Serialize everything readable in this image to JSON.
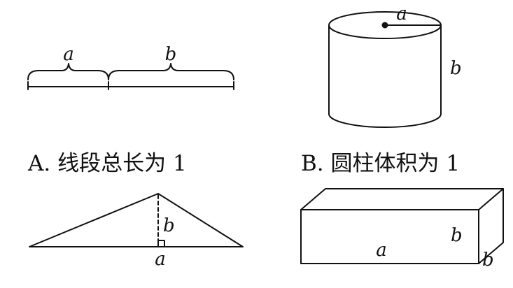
{
  "panels": {
    "A": {
      "caption": "A. 线段总长为 1",
      "label_a": "a",
      "label_b": "b"
    },
    "B": {
      "caption": "B. 圆柱体积为 1",
      "label_radius": "a",
      "label_height": "b"
    },
    "C": {
      "label_height": "b",
      "label_base": "a"
    },
    "D": {
      "label_length": "a",
      "label_height": "b",
      "label_depth": "b"
    }
  }
}
